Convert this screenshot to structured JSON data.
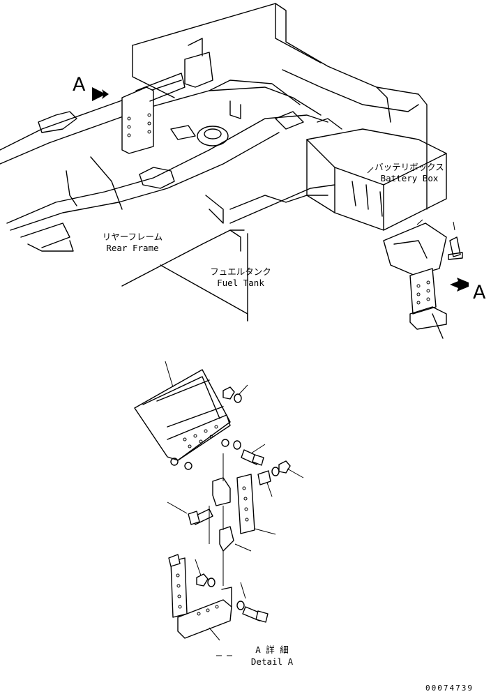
{
  "labels": {
    "rear_frame_jp": "リヤーフレーム",
    "rear_frame_en": "Rear Frame",
    "fuel_tank_jp": "フュエルタンク",
    "fuel_tank_en": "Fuel Tank",
    "battery_box_jp": "バッテリボックス",
    "battery_box_en": "Battery Box",
    "detail_jp": "A 詳 細",
    "detail_en": "Detail A",
    "view_marker_left": "A",
    "view_marker_right": "A",
    "drawing_code": "00074739"
  }
}
